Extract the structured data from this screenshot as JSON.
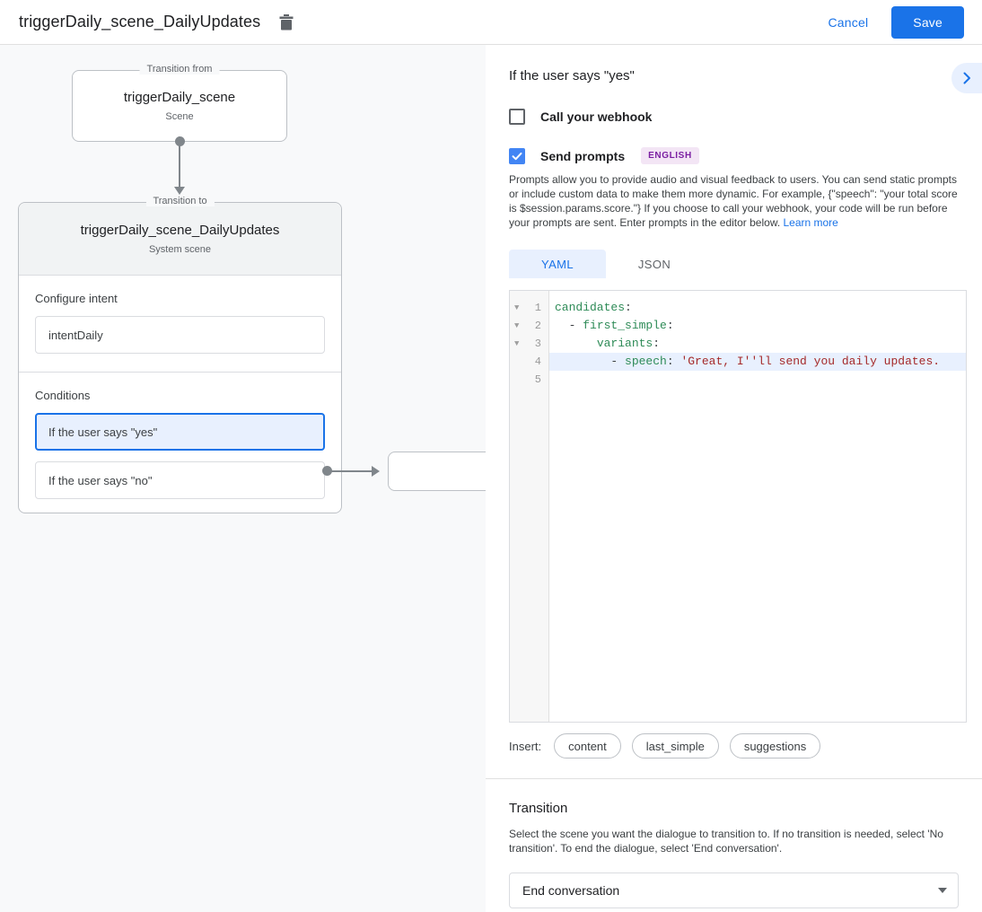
{
  "topbar": {
    "title": "triggerDaily_scene_DailyUpdates",
    "delete_icon": "trash-icon",
    "cancel_label": "Cancel",
    "save_label": "Save",
    "accent_color": "#1a73e8"
  },
  "canvas": {
    "from": {
      "legend": "Transition from",
      "title": "triggerDaily_scene",
      "subtitle": "Scene"
    },
    "to": {
      "legend": "Transition to",
      "title": "triggerDaily_scene_DailyUpdates",
      "subtitle": "System scene"
    },
    "intent": {
      "label": "Configure intent",
      "value": "intentDaily"
    },
    "conditions": {
      "label": "Conditions",
      "items": [
        {
          "label": "If the user says \"yes\"",
          "selected": true
        },
        {
          "label": "If the user says \"no\"",
          "selected": false
        }
      ]
    }
  },
  "panel": {
    "title": "If the user says \"yes\"",
    "collapse_icon": "chevron-right-icon",
    "webhook": {
      "label": "Call your webhook",
      "checked": false
    },
    "prompts": {
      "label": "Send prompts",
      "checked": true,
      "badge": "ENGLISH",
      "badge_color": "#7b1fa2",
      "badge_bg": "#f3e5f5",
      "description": "Prompts allow you to provide audio and visual feedback to users. You can send static prompts or include custom data to make them more dynamic. For example, {\"speech\": \"your total score is $session.params.score.\"} If you choose to call your webhook, your code will be run before your prompts are sent. Enter prompts in the editor below. ",
      "learn_more": "Learn more"
    },
    "tabs": [
      {
        "label": "YAML",
        "active": true
      },
      {
        "label": "JSON",
        "active": false
      }
    ],
    "editor": {
      "lines": [
        {
          "n": "1",
          "fold": true,
          "highlight": false,
          "tokens": [
            {
              "t": "candidates",
              "c": "k"
            },
            {
              "t": ":",
              "c": "p"
            }
          ]
        },
        {
          "n": "2",
          "fold": true,
          "highlight": false,
          "tokens": [
            {
              "t": "  - ",
              "c": "p"
            },
            {
              "t": "first_simple",
              "c": "k"
            },
            {
              "t": ":",
              "c": "p"
            }
          ]
        },
        {
          "n": "3",
          "fold": true,
          "highlight": false,
          "tokens": [
            {
              "t": "      ",
              "c": "p"
            },
            {
              "t": "variants",
              "c": "k"
            },
            {
              "t": ":",
              "c": "p"
            }
          ]
        },
        {
          "n": "4",
          "fold": false,
          "highlight": true,
          "tokens": [
            {
              "t": "        - ",
              "c": "p"
            },
            {
              "t": "speech",
              "c": "k"
            },
            {
              "t": ": ",
              "c": "p"
            },
            {
              "t": "'Great, I''ll send you daily updates.",
              "c": "s"
            }
          ]
        },
        {
          "n": "5",
          "fold": false,
          "highlight": false,
          "tokens": []
        }
      ]
    },
    "insert": {
      "label": "Insert:",
      "chips": [
        "content",
        "last_simple",
        "suggestions"
      ]
    },
    "transition": {
      "title": "Transition",
      "description": "Select the scene you want the dialogue to transition to. If no transition is needed, select 'No transition'. To end the dialogue, select 'End conversation'.",
      "selected": "End conversation",
      "caret_icon": "chevron-down-icon"
    }
  }
}
